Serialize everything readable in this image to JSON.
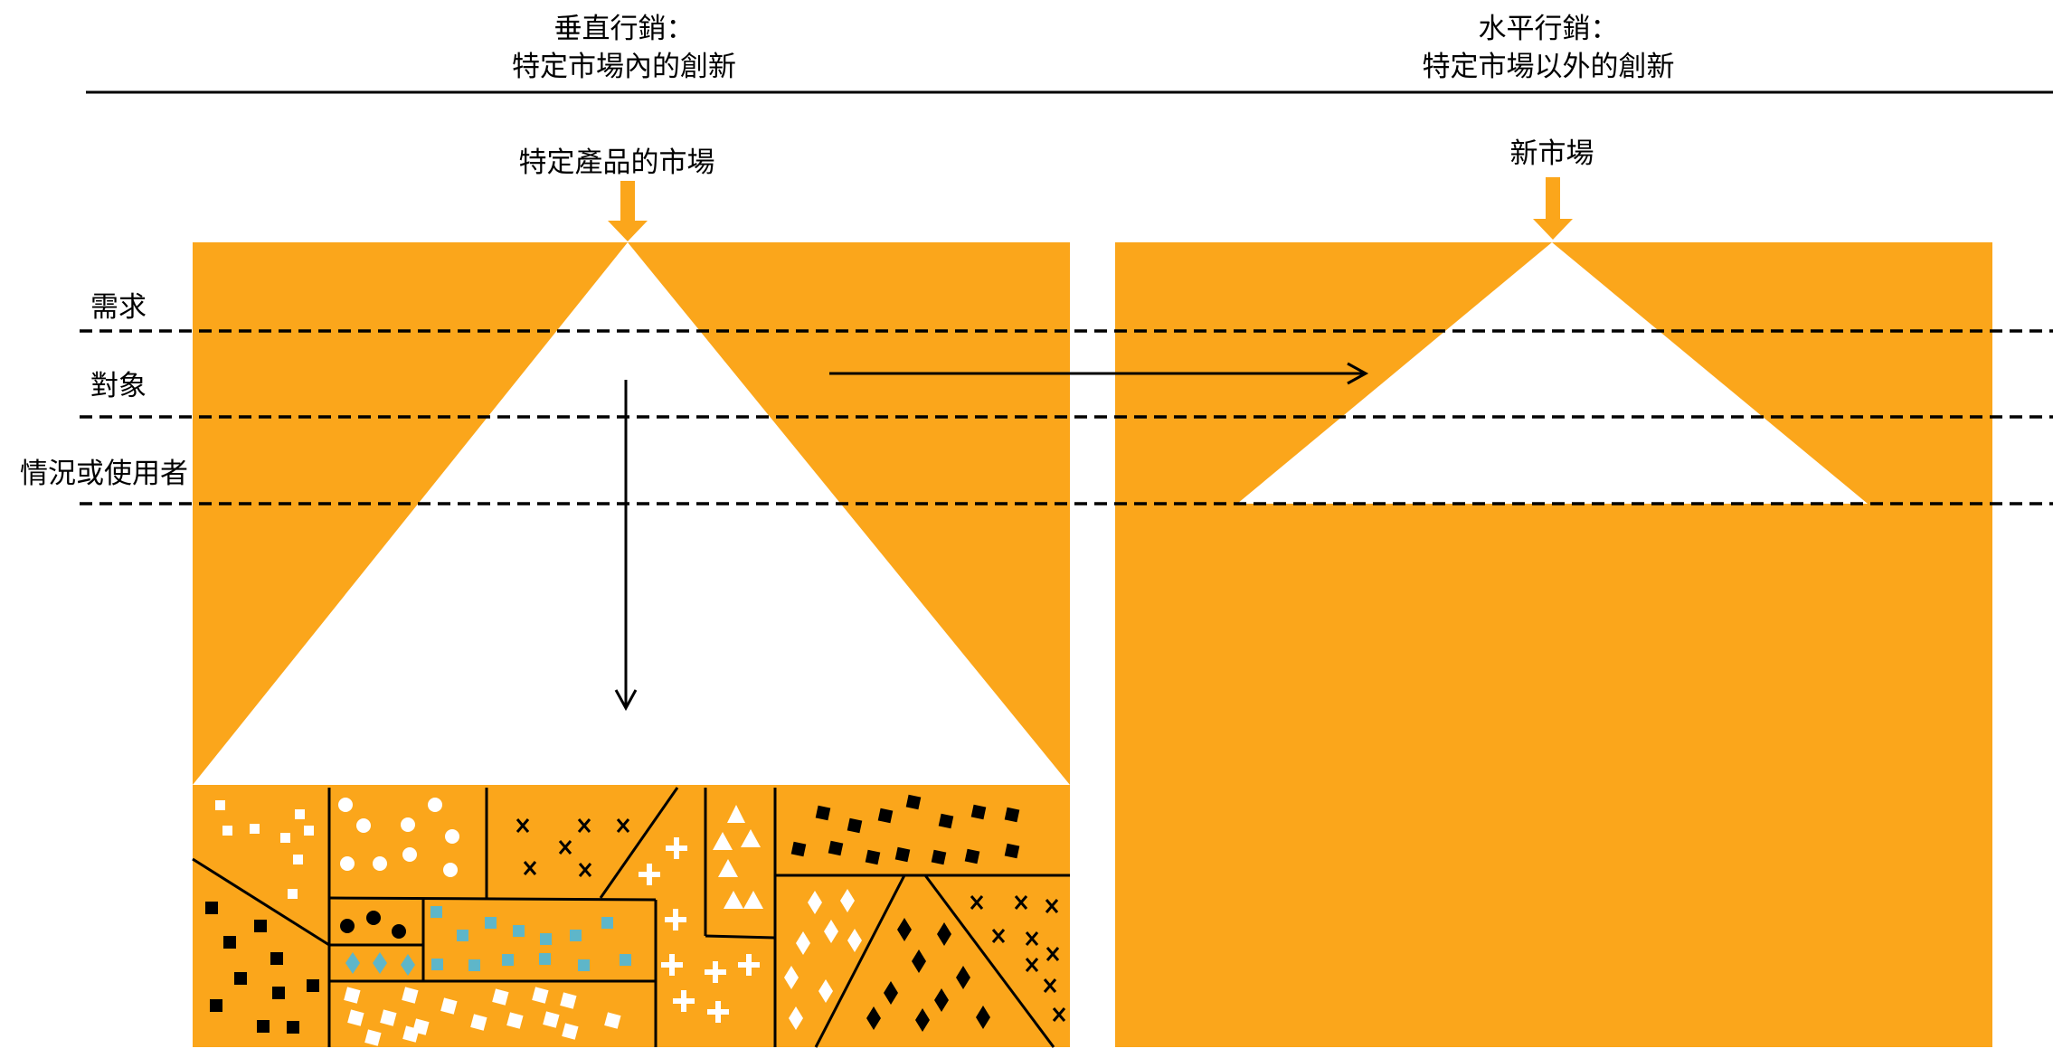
{
  "left_header": {
    "line1": "垂直行銷：",
    "line2": "特定市場內的創新"
  },
  "right_header": {
    "line1": "水平行銷：",
    "line2": "特定市場以外的創新"
  },
  "left_panel": {
    "top_label": "特定產品的市場"
  },
  "right_panel": {
    "top_label": "新市場"
  },
  "levels": [
    {
      "label": "需求"
    },
    {
      "label": "對象"
    },
    {
      "label": "情況或使用者"
    }
  ],
  "colors": {
    "orange": "#FBA61B",
    "white": "#FFFFFF",
    "line": "#000000",
    "teal": "#5EB6C9"
  }
}
